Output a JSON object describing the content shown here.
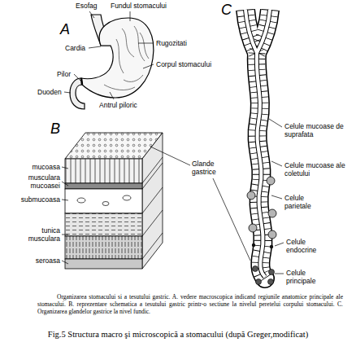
{
  "diagram": {
    "caption": "Fig.5 Structura macro şi microscopică a stomacului (după Greger,modificat)",
    "labels": [
      "A",
      "Esofag",
      "Fundul stomacului",
      "Cardia",
      "Rugozitati",
      "Pilor",
      "Corpul stomacului",
      "Duoden",
      "Antrul piloric",
      "B",
      "mucoasa",
      "musculara mucoasei",
      "submucoasa",
      "tunica musculara",
      "seroasa",
      "Glande gastrice",
      "C",
      "Celule mucoase de suprafata",
      "Celule mucoase ale coletului",
      "Celule parietale",
      "Celule endocrine",
      "Celule principale",
      "Organizarea stomacului si a tesutului gastric. A. vedere macroscopica indicand regiunile anatomice principale ale stomacului. B. reprezentare schematica a tesutului gastric printr-o sectiune la nivelul peretelui corpului stomacului. C. Organizarea glandelor gastrice la nivel fundic."
    ]
  }
}
